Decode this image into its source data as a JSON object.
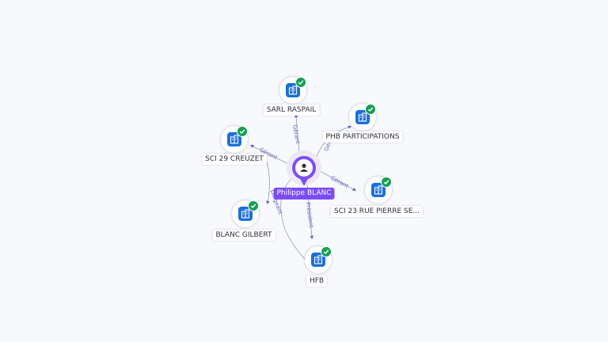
{
  "center": {
    "name": "Philippe BLANC",
    "icon": "person-icon"
  },
  "companies": [
    {
      "id": "sarl-raspail",
      "name": "SARL RASPAIL",
      "icon": "building-icon",
      "verified": true
    },
    {
      "id": "phb-participations",
      "name": "PHB PARTICIPATIONS",
      "icon": "building-icon",
      "verified": true
    },
    {
      "id": "sci-29-creuzet",
      "name": "SCI 29 CREUZET",
      "icon": "building-icon",
      "verified": true
    },
    {
      "id": "sci-23-rue-pierre",
      "name": "SCI 23 RUE PIERRE SE...",
      "icon": "building-icon",
      "verified": true
    },
    {
      "id": "blanc-gilbert",
      "name": "BLANC GILBERT",
      "icon": "building-icon",
      "verified": true
    },
    {
      "id": "hfb",
      "name": "HFB",
      "icon": "building-icon",
      "verified": true
    }
  ],
  "edges": [
    {
      "from": "center",
      "to": "sarl-raspail",
      "label": "Gérant"
    },
    {
      "from": "center",
      "to": "phb-participations",
      "label": "Gérant"
    },
    {
      "from": "center",
      "to": "sci-29-creuzet",
      "label": "Gérant"
    },
    {
      "from": "center",
      "to": "sci-23-rue-pierre",
      "label": "Gérant"
    },
    {
      "from": "center",
      "to": "hfb",
      "label": "Président"
    },
    {
      "from": "sci-29-creuzet",
      "to": "blanc-gilbert",
      "label": "Dirigeant"
    }
  ],
  "colors": {
    "accent": "#7c4dff",
    "company": "#1a6fe0",
    "verified": "#12a150",
    "edge_label": "#6b5ec9"
  }
}
